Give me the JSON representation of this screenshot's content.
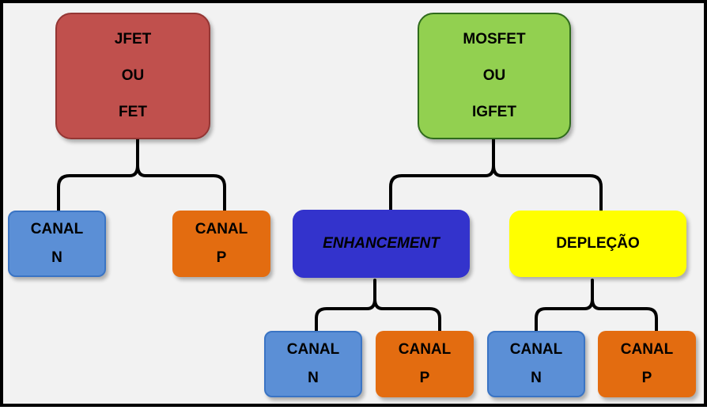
{
  "nodes": {
    "jfet": {
      "lines": [
        "JFET",
        "OU",
        "FET"
      ],
      "color": "#c0504d"
    },
    "mosfet": {
      "lines": [
        "MOSFET",
        "OU",
        "IGFET"
      ],
      "color": "#92d050"
    },
    "enhancement": {
      "label": "ENHANCEMENT",
      "color": "#3333cc"
    },
    "deplecao": {
      "label": "DEPLEÇÃO",
      "color": "#ffff00"
    }
  },
  "leaves": {
    "canal_n": {
      "lines": [
        "CANAL",
        "N"
      ],
      "color": "#5b8fd6"
    },
    "canal_p": {
      "lines": [
        "CANAL",
        "P"
      ],
      "color": "#e36c10"
    }
  }
}
